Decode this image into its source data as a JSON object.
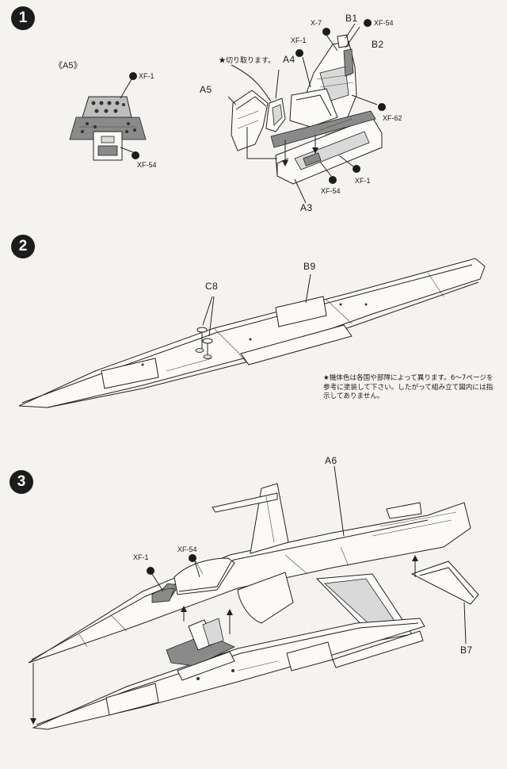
{
  "steps": [
    {
      "number": "1"
    },
    {
      "number": "2"
    },
    {
      "number": "3"
    }
  ],
  "step1": {
    "detail_title": "《A5》",
    "detail_paint_top": "XF-1",
    "detail_paint_bottom": "XF-54",
    "cut_note": "★切り取ります。",
    "parts": {
      "a4": "A4",
      "a5": "A5",
      "b1": "B1",
      "b2": "B2",
      "a3": "A3"
    },
    "paints": {
      "x7": "X-7",
      "xf54_top": "XF-54",
      "xf1_mid": "XF-1",
      "xf62": "XF-62",
      "xf54_bottom": "XF-54",
      "xf1_bottom": "XF-1"
    }
  },
  "step2": {
    "parts": {
      "b9": "B9",
      "c8": "C8"
    },
    "note": "★機体色は各国や部隊によって異ります。6〜7ページを参考に塗装して下さい。したがって組み立て図内には指示してありません。"
  },
  "step3": {
    "parts": {
      "a6": "A6",
      "b7": "B7"
    },
    "paints": {
      "xf1": "XF-1",
      "xf54": "XF-54"
    }
  },
  "colors": {
    "ink": "#1a1a1a",
    "paper": "#f4f3ef",
    "paint_dot": "#1c1c1c"
  }
}
